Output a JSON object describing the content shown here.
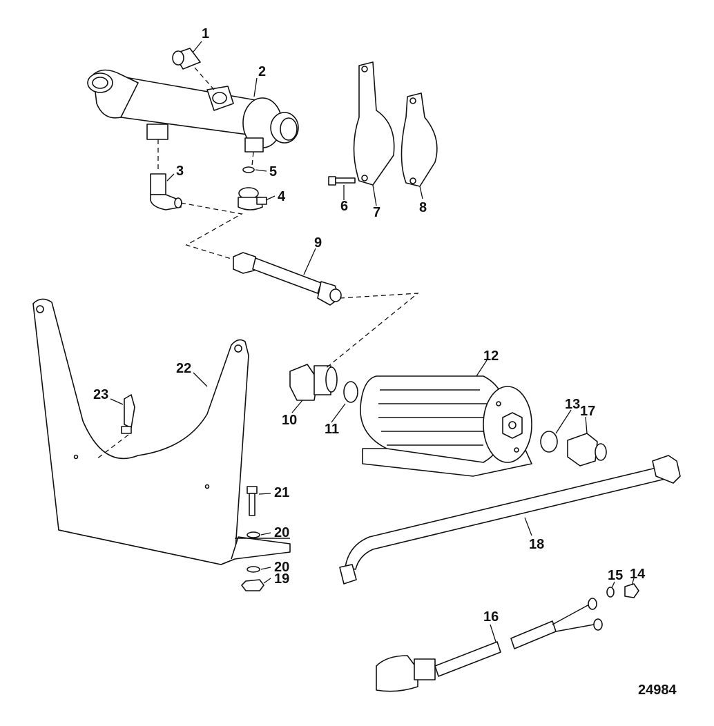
{
  "drawing": {
    "reference_number": "24984",
    "callouts": [
      {
        "id": "c1",
        "text": "1"
      },
      {
        "id": "c2",
        "text": "2"
      },
      {
        "id": "c3",
        "text": "3"
      },
      {
        "id": "c4",
        "text": "4"
      },
      {
        "id": "c5",
        "text": "5"
      },
      {
        "id": "c6",
        "text": "6"
      },
      {
        "id": "c7",
        "text": "7"
      },
      {
        "id": "c8",
        "text": "8"
      },
      {
        "id": "c9",
        "text": "9"
      },
      {
        "id": "c10",
        "text": "10"
      },
      {
        "id": "c11",
        "text": "11"
      },
      {
        "id": "c12",
        "text": "12"
      },
      {
        "id": "c13",
        "text": "13"
      },
      {
        "id": "c14",
        "text": "14"
      },
      {
        "id": "c15",
        "text": "15"
      },
      {
        "id": "c16",
        "text": "16"
      },
      {
        "id": "c17",
        "text": "17"
      },
      {
        "id": "c18",
        "text": "18"
      },
      {
        "id": "c19",
        "text": "19"
      },
      {
        "id": "c20a",
        "text": "20"
      },
      {
        "id": "c20b",
        "text": "20"
      },
      {
        "id": "c21",
        "text": "21"
      },
      {
        "id": "c22",
        "text": "22"
      },
      {
        "id": "c23",
        "text": "23"
      }
    ]
  }
}
